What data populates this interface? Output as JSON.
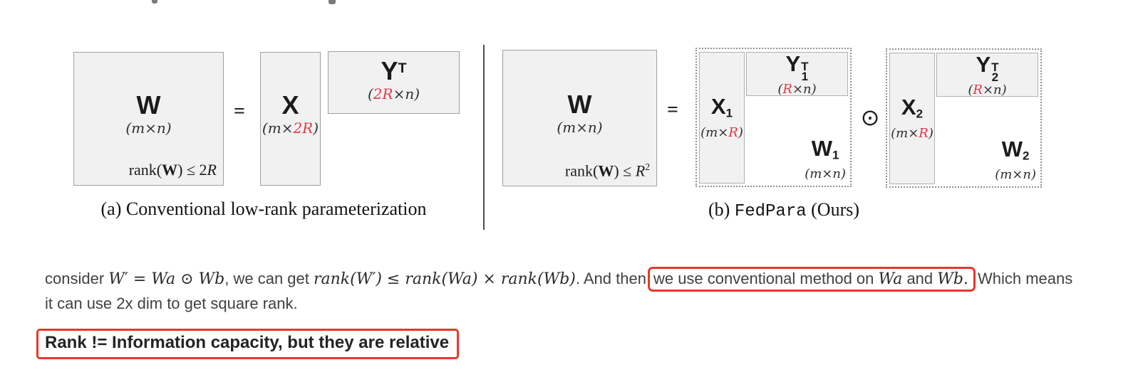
{
  "accent": {
    "annotation_red": "#e6382c",
    "math_red": "#e0394b"
  },
  "panel_a": {
    "caption": "(a) Conventional low-rank parameterization",
    "equals": "=",
    "w_box": {
      "label": "W",
      "dims": "(m×n)",
      "rank_pre": "rank(",
      "rank_w": "W",
      "rank_post": ") ≤ 2",
      "rank_r": "R"
    },
    "x_box": {
      "label": "X",
      "dims_pre": "(m×",
      "dims_red": "2R",
      "dims_post": ")"
    },
    "y_box": {
      "label": "Y",
      "sup": "T",
      "dims_pre": "(",
      "dims_red": "2R",
      "dims_post": "×n)"
    }
  },
  "panel_b": {
    "caption_pre": "(b) ",
    "caption_code": "FedPara",
    "caption_post": " (Ours)",
    "equals": "=",
    "hadamard": "⊙",
    "w_box": {
      "label": "W",
      "dims": "(m×n)",
      "rank_pre": "rank(",
      "rank_w": "W",
      "rank_post": ") ≤ ",
      "rank_r": "R",
      "rank_sup": "2"
    },
    "terms": [
      {
        "x_label": "X",
        "x_sub": "1",
        "x_dims_pre": "(m×",
        "x_dims_red": "R",
        "x_dims_post": ")",
        "y_label": "Y",
        "y_sub": "1",
        "y_sup": "T",
        "y_dims_pre": "(",
        "y_dims_red": "R",
        "y_dims_post": "×n)",
        "w_label": "W",
        "w_sub": "1",
        "w_dims": "(m×n)"
      },
      {
        "x_label": "X",
        "x_sub": "2",
        "x_dims_pre": "(m×",
        "x_dims_red": "R",
        "x_dims_post": ")",
        "y_label": "Y",
        "y_sub": "2",
        "y_sup": "T",
        "y_dims_pre": "(",
        "y_dims_red": "R",
        "y_dims_post": "×n)",
        "w_label": "W",
        "w_sub": "2",
        "w_dims": "(m×n)"
      }
    ]
  },
  "annotation": {
    "line1": {
      "t1": "consider ",
      "m1": "W′ = Wa ⊙ Wb",
      "t2": ", we can get ",
      "m2": "rank(W′) ≤ rank(Wa) × rank(Wb)",
      "t3": ". And then",
      "boxed": {
        "t1": "we use conventional method on ",
        "m1": "Wa",
        "t2": " and ",
        "m2": "Wb."
      },
      "t4": "Which means"
    },
    "line2": "it can use 2x dim to get square rank.",
    "note": "Rank != Information capacity, but they are relative"
  }
}
